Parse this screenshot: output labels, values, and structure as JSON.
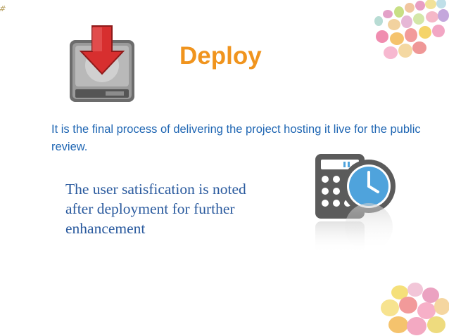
{
  "slide": {
    "corner_mark": "#",
    "title": "Deploy",
    "lead_text": "It is the final process of delivering the project hosting it live for the  public review.",
    "note_text": "The user satisfication is noted after deployment for further enhancement"
  },
  "icons": {
    "deploy": "hard-drive-with-download-arrow",
    "schedule": "calculator-and-clock",
    "decoration": "candy-eggs"
  },
  "colors": {
    "title": "#f0941e",
    "lead_text": "#1f66b3",
    "note_text": "#2a5a9e",
    "arrow": "#d72f2f",
    "clock": "#4fa3dc",
    "calculator": "#5b5b5b"
  }
}
